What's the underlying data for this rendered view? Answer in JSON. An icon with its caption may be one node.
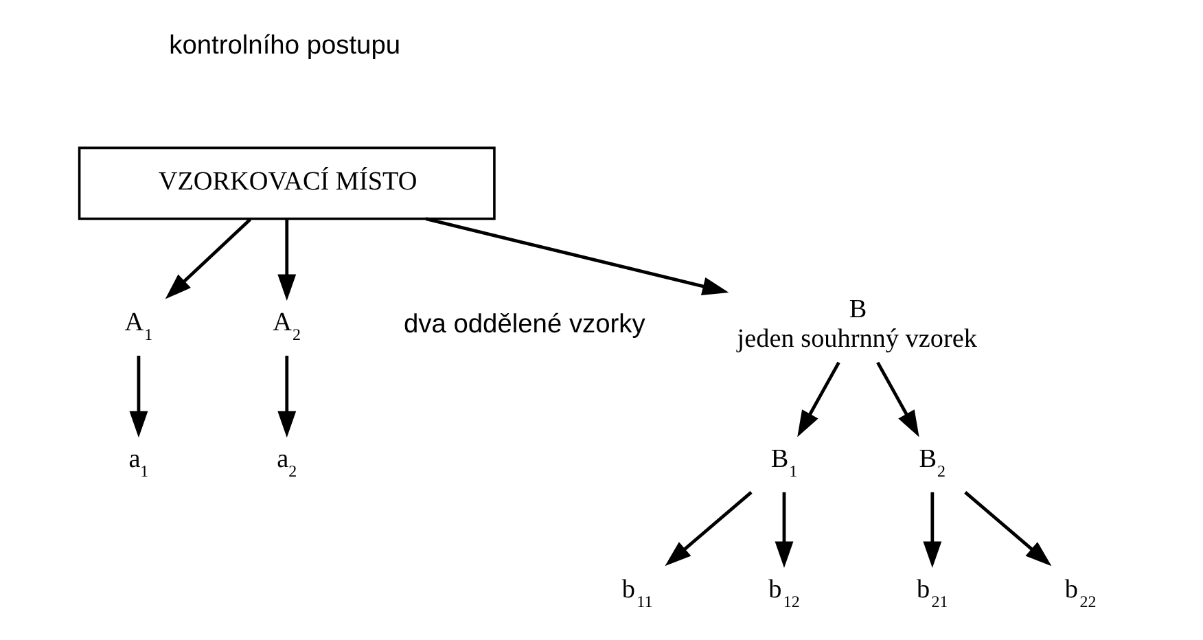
{
  "diagram": {
    "nodes": [
      {
        "text": [
          "VZORKOVACÍ MÍSTO"
        ]
      },
      {
        "text": [
          "A$_{1}$"
        ]
      },
      {
        "text": [
          "A$_{2}$"
        ]
      },
      {
        "text": [
          "B",
          "jeden souhrnný vzorek"
        ]
      },
      {
        "text": [
          "a$_{1}$"
        ]
      },
      {
        "text": [
          "a$_{2}$"
        ]
      },
      {
        "text": [
          "B$_{1}$"
        ]
      },
      {
        "text": [
          "B$_{2}$"
        ]
      },
      {
        "text": [
          "b$_{11}$"
        ]
      },
      {
        "text": [
          "b$_{12}$"
        ]
      },
      {
        "text": [
          "b$_{21}$"
        ]
      },
      {
        "text": [
          "b$_{22}$"
        ]
      }
    ],
    "edges": [
      {
        "from": 0,
        "to": 1,
        "arrow": "to"
      },
      {
        "from": 0,
        "to": 2,
        "arrow": "to"
      },
      {
        "from": 0,
        "to": 3,
        "arrow": "to"
      },
      {
        "from": 1,
        "to": 4,
        "arrow": "to"
      },
      {
        "from": 2,
        "to": 5,
        "arrow": "to"
      },
      {
        "from": 3,
        "to": 6,
        "arrow": "to"
      },
      {
        "from": 3,
        "to": 7,
        "arrow": "to"
      },
      {
        "from": 6,
        "to": 8,
        "arrow": "to"
      },
      {
        "from": 6,
        "to": 9,
        "arrow": "to"
      },
      {
        "from": 7,
        "to": 10,
        "arrow": "to"
      },
      {
        "from": 7,
        "to": 11,
        "arrow": "to"
      }
    ],
    "labels": [
      "kontrolního postupu",
      "dva oddělené vzorky"
    ]
  }
}
